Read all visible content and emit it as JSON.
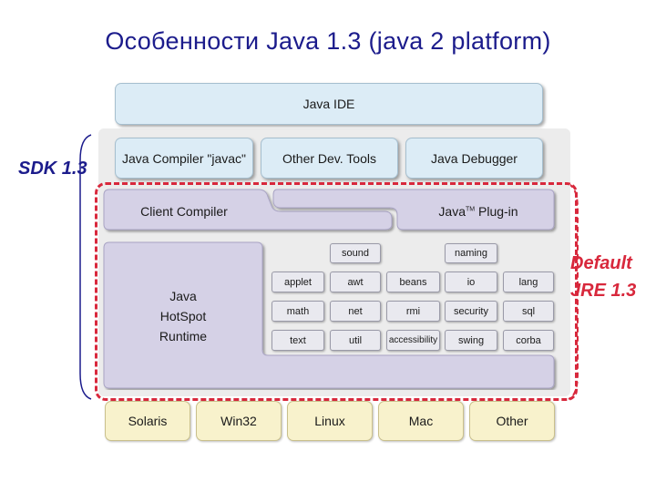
{
  "title": "Особенности Java 1.3 (java 2 platform)",
  "labels": {
    "sdk": "SDK 1.3",
    "jre_line1": "Default",
    "jre_line2": "JRE 1.3"
  },
  "ide": "Java IDE",
  "dev_tools": [
    "Java Compiler \"javac\"",
    "Other Dev. Tools",
    "Java Debugger"
  ],
  "client_compiler": "Client Compiler",
  "plugin": {
    "name": "Java",
    "tm": "TM",
    "suffix": " Plug-in"
  },
  "runtime": [
    "Java",
    "HotSpot",
    "Runtime"
  ],
  "packages": {
    "top": [
      "sound",
      "naming"
    ],
    "row1": [
      "applet",
      "awt",
      "beans",
      "io",
      "lang"
    ],
    "row2": [
      "math",
      "net",
      "rmi",
      "security",
      "sql"
    ],
    "row3": [
      "text",
      "util",
      "accessibility",
      "swing",
      "corba"
    ]
  },
  "platforms": [
    "Solaris",
    "Win32",
    "Linux",
    "Mac",
    "Other"
  ],
  "colors": {
    "title": "#1c1c8c",
    "sdk_label": "#1c1c8c",
    "jre_label": "#d8283c",
    "jre_border": "#d8283c",
    "tools_fill": "#dcecf6",
    "jre_fill": "#d5d1e6",
    "platform_fill": "#f8f2cc"
  }
}
